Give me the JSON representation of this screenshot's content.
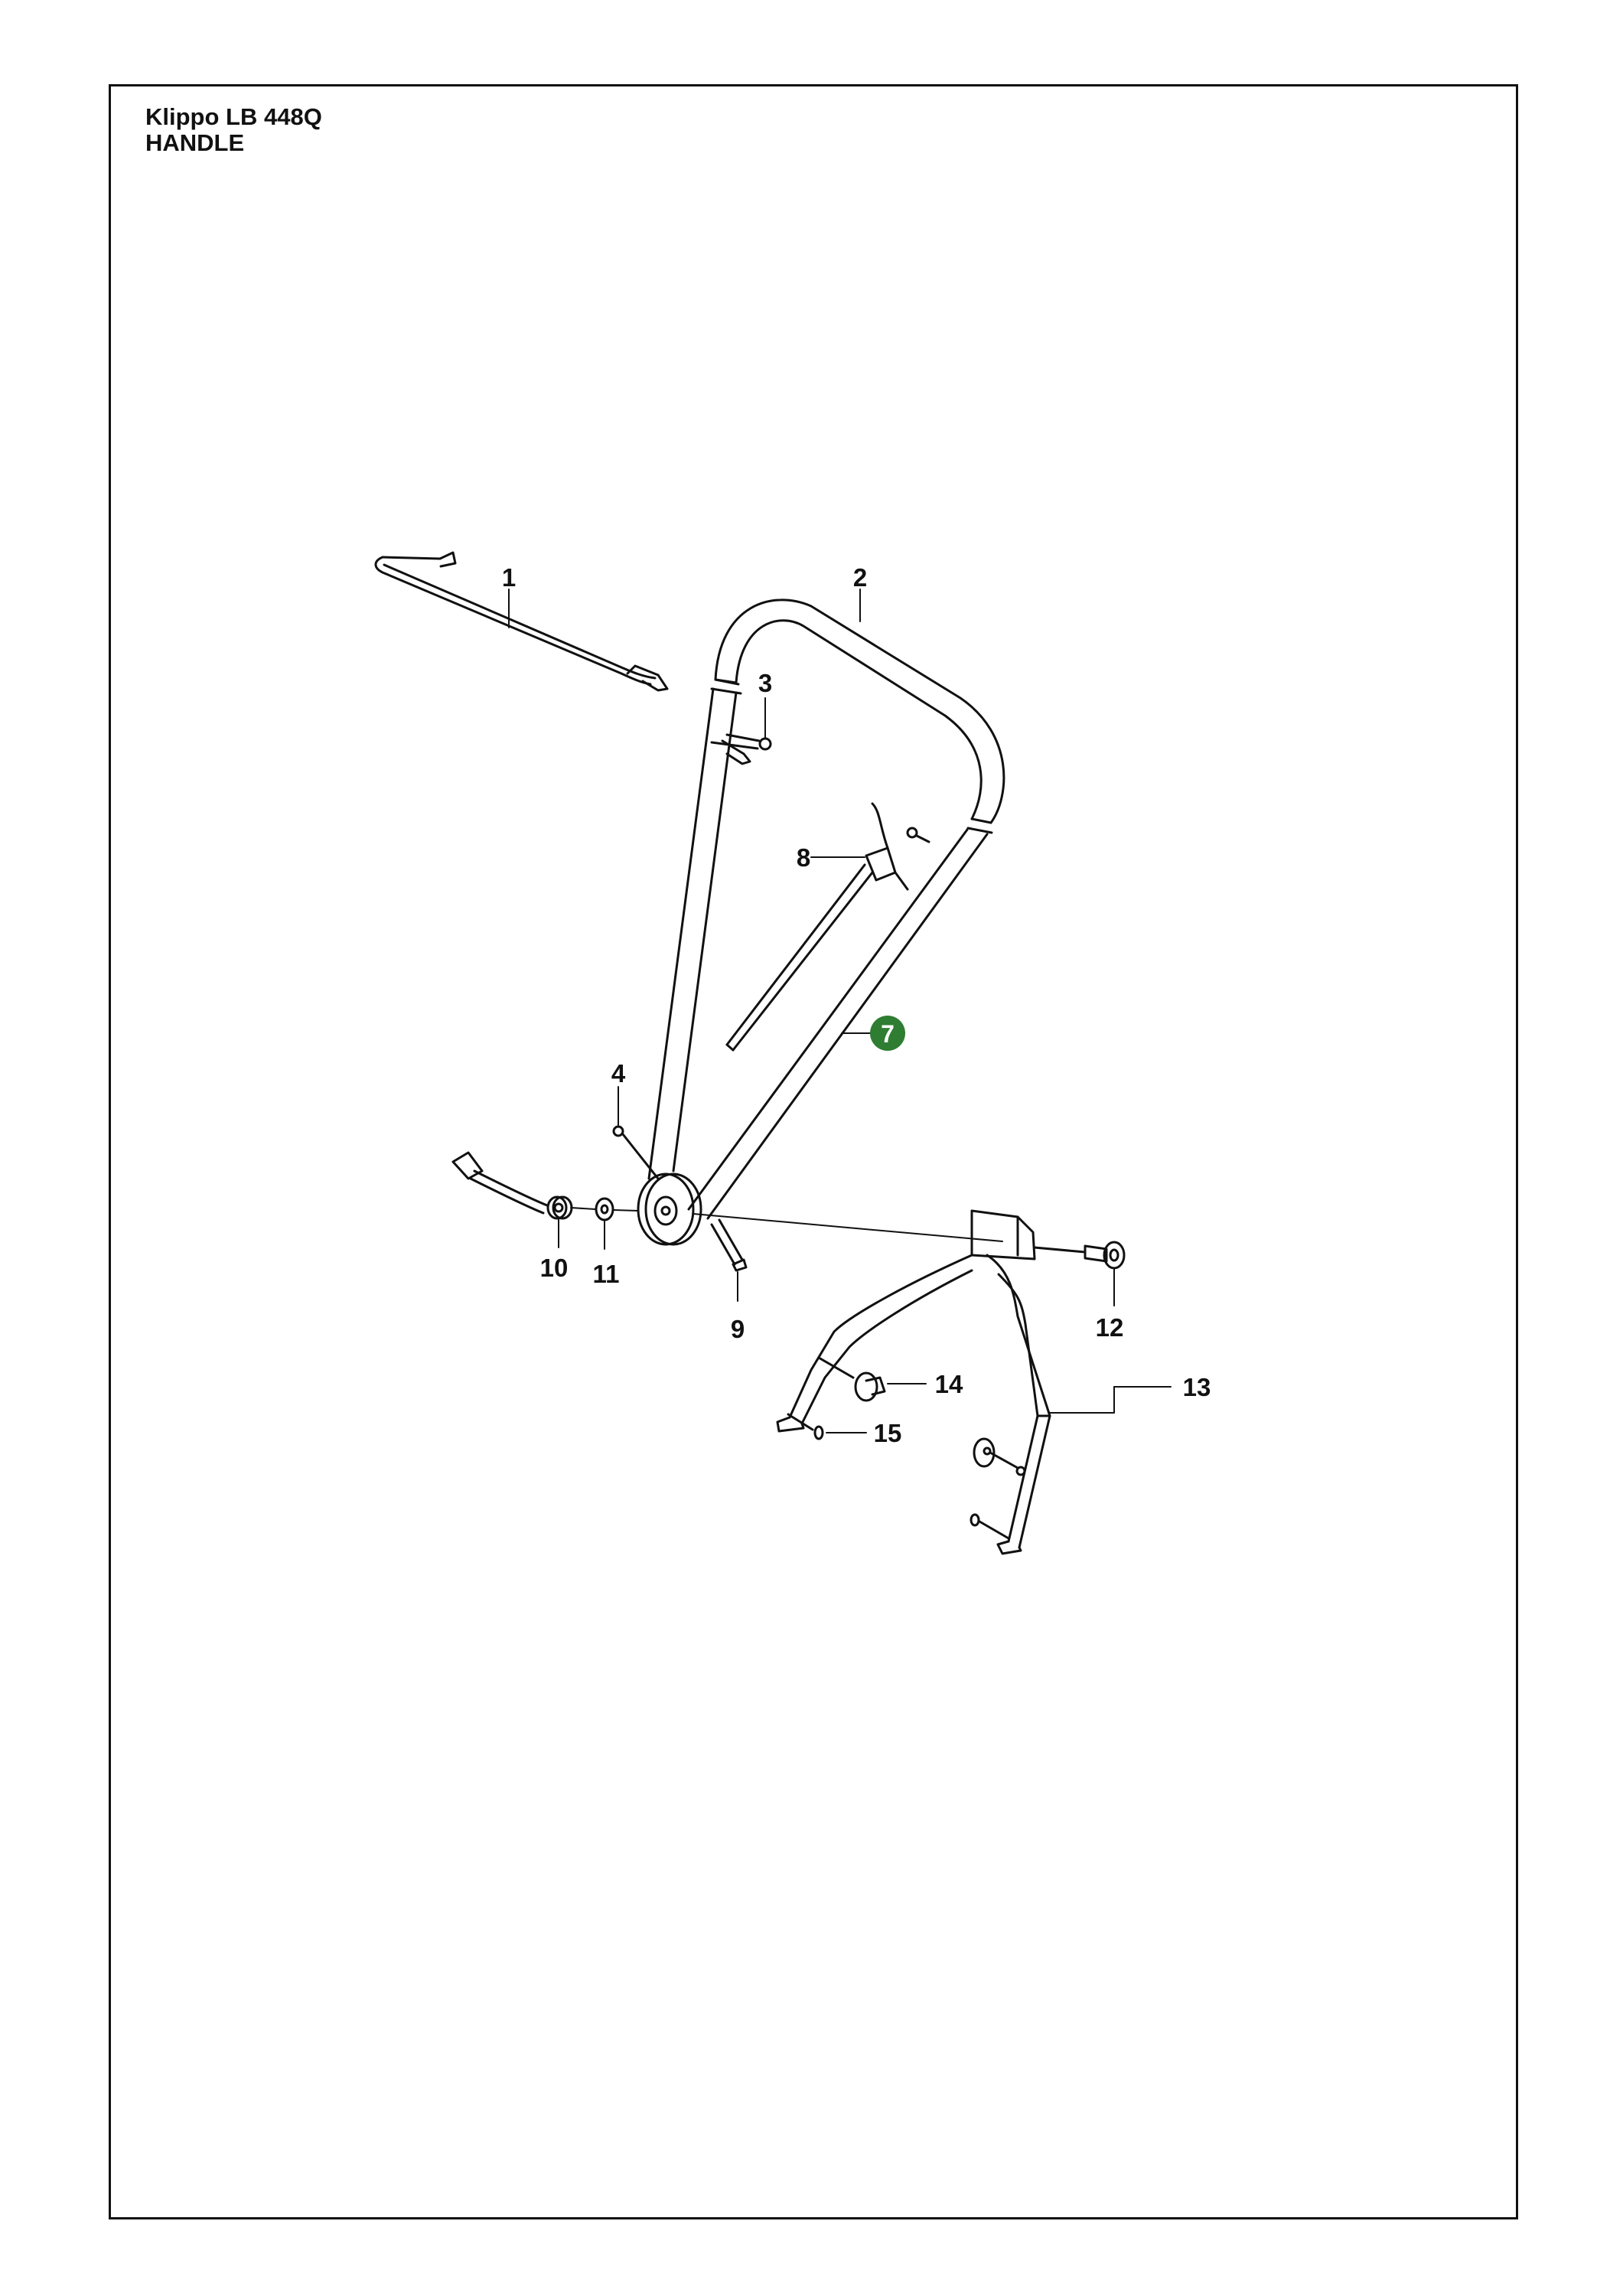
{
  "header": {
    "model": "Klippo LB 448Q",
    "section": "HANDLE"
  },
  "callouts": [
    {
      "num": "1",
      "highlighted": false
    },
    {
      "num": "2",
      "highlighted": false
    },
    {
      "num": "3",
      "highlighted": false
    },
    {
      "num": "4",
      "highlighted": false
    },
    {
      "num": "7",
      "highlighted": true
    },
    {
      "num": "8",
      "highlighted": false
    },
    {
      "num": "9",
      "highlighted": false
    },
    {
      "num": "10",
      "highlighted": false
    },
    {
      "num": "11",
      "highlighted": false
    },
    {
      "num": "12",
      "highlighted": false
    },
    {
      "num": "13",
      "highlighted": false
    },
    {
      "num": "14",
      "highlighted": false
    },
    {
      "num": "15",
      "highlighted": false
    }
  ],
  "colors": {
    "highlight": "#2e7d32",
    "line": "#111111"
  }
}
